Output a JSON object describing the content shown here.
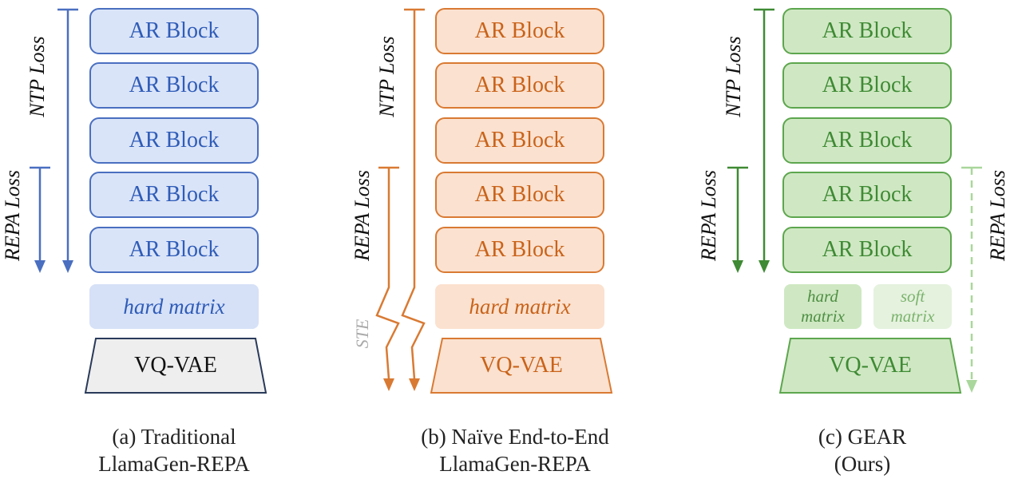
{
  "panels": {
    "a": {
      "blocks": [
        "AR Block",
        "AR Block",
        "AR Block",
        "AR Block",
        "AR Block"
      ],
      "ntp_loss": "NTP Loss",
      "repa_loss": "REPA Loss",
      "matrix": "hard matrix",
      "vqvae": "VQ-VAE",
      "caption_line1": "(a) Traditional",
      "caption_line2": "LlamaGen-REPA",
      "colors": {
        "accent": "#4a6fc0",
        "fill": "#dae4f8"
      }
    },
    "b": {
      "blocks": [
        "AR Block",
        "AR Block",
        "AR Block",
        "AR Block",
        "AR Block"
      ],
      "ntp_loss": "NTP Loss",
      "repa_loss": "REPA Loss",
      "ste": "STE",
      "matrix": "hard matrix",
      "vqvae": "VQ-VAE",
      "caption_line1": "(b) Naïve End-to-End",
      "caption_line2": "LlamaGen-REPA",
      "colors": {
        "accent": "#d97a33",
        "fill": "#fbe1cf"
      }
    },
    "c": {
      "blocks": [
        "AR Block",
        "AR Block",
        "AR Block",
        "AR Block",
        "AR Block"
      ],
      "ntp_loss": "NTP Loss",
      "repa_loss_left": "REPA Loss",
      "repa_loss_right": "REPA Loss",
      "hard_matrix_line1": "hard",
      "hard_matrix_line2": "matrix",
      "soft_matrix_line1": "soft",
      "soft_matrix_line2": "matrix",
      "vqvae": "VQ-VAE",
      "caption_line1": "(c) GEAR",
      "caption_line2": "(Ours)",
      "colors": {
        "accent": "#5da64e",
        "fill": "#cfe8c3"
      }
    }
  }
}
